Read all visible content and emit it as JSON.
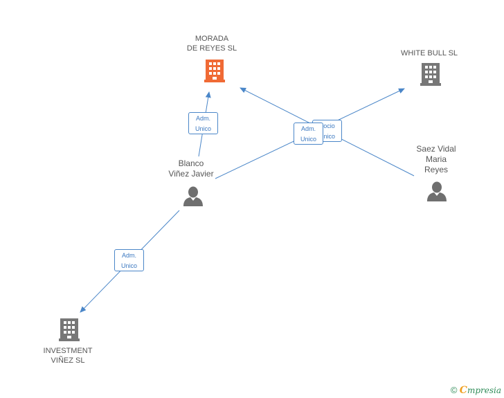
{
  "colors": {
    "edge": "#4a86c8",
    "company": "#777777",
    "company_highlight": "#f06a35",
    "person": "#6f6f6f"
  },
  "nodes": {
    "morada": {
      "lines": [
        "MORADA",
        "DE REYES SL"
      ],
      "type": "company",
      "icon": "building-icon",
      "highlight": true
    },
    "white_bull": {
      "lines": [
        "WHITE BULL SL"
      ],
      "type": "company",
      "icon": "building-icon"
    },
    "blanco": {
      "lines": [
        "Blanco",
        "Viñez Javier"
      ],
      "type": "person",
      "icon": "person-icon"
    },
    "saez": {
      "lines": [
        "Saez Vidal",
        "Maria",
        "Reyes"
      ],
      "type": "person",
      "icon": "person-icon"
    },
    "investment": {
      "lines": [
        "INVESTMENT",
        "VIÑEZ SL"
      ],
      "type": "company",
      "icon": "building-icon"
    }
  },
  "edge_labels": {
    "blanco_morada": [
      "Adm.",
      "Unico"
    ],
    "blanco_investment": [
      "Adm.",
      "Unico"
    ],
    "saez_whitebull": [
      "Socio",
      "Unico"
    ],
    "blanco_whitebull": [
      "Adm.",
      "Unico"
    ]
  },
  "footer": {
    "copyright": "©",
    "brand_initial": "C",
    "brand_rest": "mpresia"
  }
}
